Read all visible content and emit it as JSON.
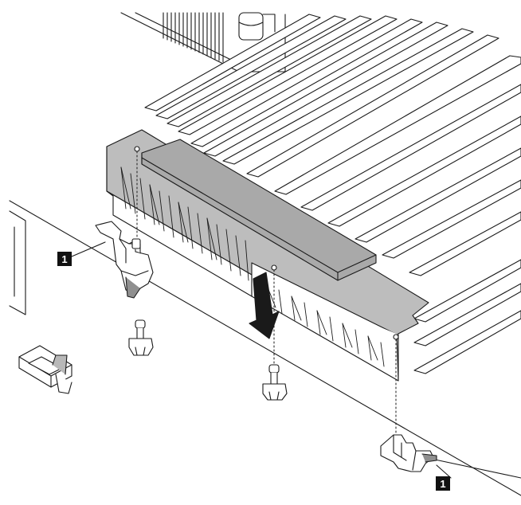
{
  "callouts": {
    "clip_left": "1",
    "clip_right": "1"
  },
  "colors": {
    "line": "#1a1a1a",
    "fill_gray": "#b8b8b8",
    "fill_dark_gray": "#8f8f8f",
    "arrow": "#1a1a1a",
    "background": "#ffffff"
  },
  "icons": {
    "direction_arrow": "arrow-down-icon",
    "guide_line": "dotted-line"
  }
}
